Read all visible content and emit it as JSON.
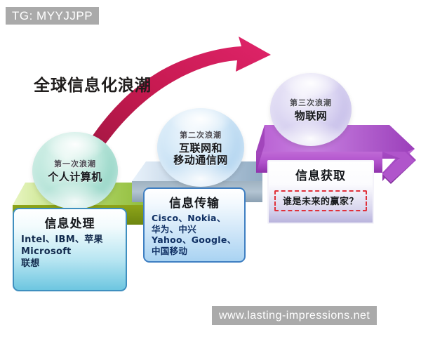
{
  "watermarks": {
    "top": "TG: MYYJJPP",
    "bottom": "www.lasting-impressions.net"
  },
  "headline": "全球信息化浪潮",
  "waves": [
    {
      "sphere_sub": "第一次浪潮",
      "sphere_main": "个人计算机",
      "panel_title": "信息处理",
      "panel_lines": [
        "Intel、IBM、苹果",
        "Microsoft",
        "联想"
      ],
      "platform_color": "#7f9c15",
      "sphere_color": "#8fd3c3"
    },
    {
      "sphere_sub": "第二次浪潮",
      "sphere_main": "互联网和移动通信网",
      "panel_title": "信息传输",
      "panel_lines": [
        "Cisco、Nokia、",
        "华为、中兴",
        "Yahoo、Google、",
        "中国移动"
      ],
      "platform_color": "#8a9cab",
      "sphere_color": "#aed2ef"
    },
    {
      "sphere_sub": "第三次浪潮",
      "sphere_main": "物联网",
      "panel_title": "信息获取",
      "panel_question": "谁是未来的赢家？",
      "platform_color": "#a93fc4",
      "sphere_color": "#c3bae8"
    }
  ],
  "colors": {
    "arrow": "#c5194f",
    "dashed_border": "#e0303a",
    "watermark_bg": "#aaaaaa"
  }
}
